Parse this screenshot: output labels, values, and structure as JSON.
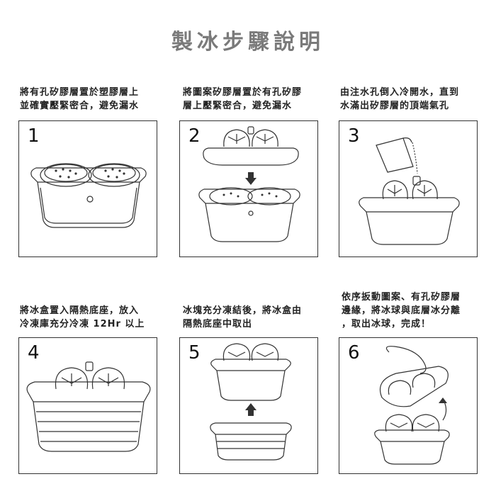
{
  "title": "製冰步驟說明",
  "steps": [
    {
      "num": "1",
      "caption_l1": "將有孔矽膠層置於塑膠層上",
      "caption_l2": "並確實壓緊密合，避免漏水"
    },
    {
      "num": "2",
      "caption_l1": "將圖案矽膠層置於有孔矽膠",
      "caption_l2": "層上壓緊密合，避免漏水"
    },
    {
      "num": "3",
      "caption_l1": "由注水孔倒入冷開水，直到",
      "caption_l2": "水滿出矽膠層的頂端氣孔"
    },
    {
      "num": "4",
      "caption_l1": "將冰盒置入隔熱底座，放入",
      "caption_l2": "冷凍庫充分冷凍 12Hr 以上"
    },
    {
      "num": "5",
      "caption_l1": "冰塊充分凍結後，將冰盒由",
      "caption_l2": "隔熱底座中取出"
    },
    {
      "num": "6",
      "caption_l1": "依序扳動圖案、有孔矽膠層",
      "caption_l2": "邊緣，將冰球與底層冰分離",
      "caption_l3": "，取出冰球，完成！"
    }
  ]
}
